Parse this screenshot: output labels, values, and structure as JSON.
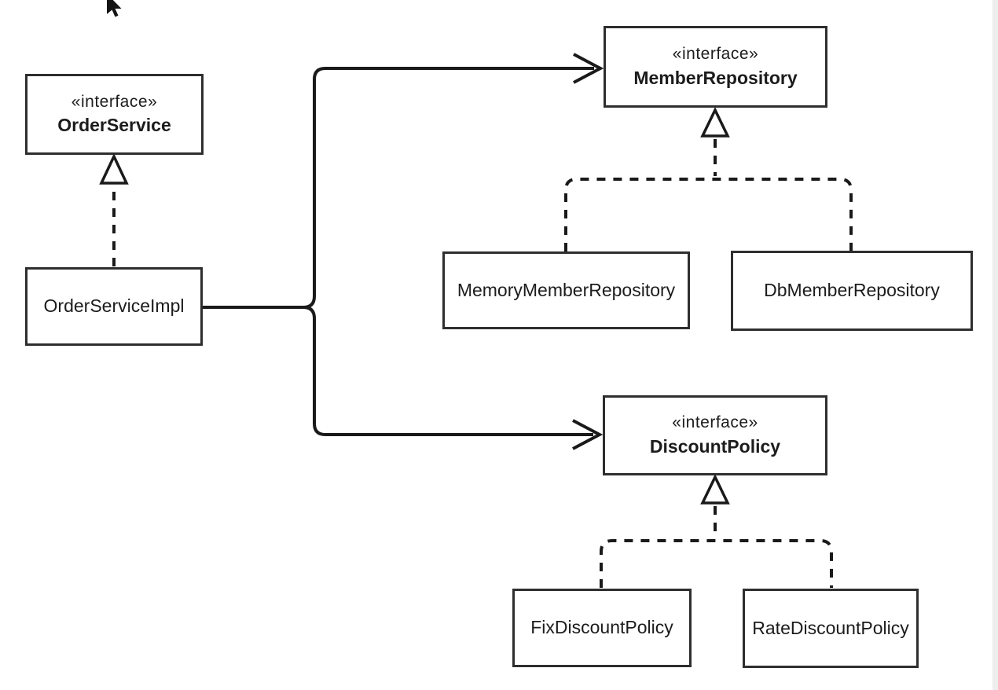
{
  "diagram_type": "uml-class-diagram",
  "nodes": {
    "order_service": {
      "stereotype": "«interface»",
      "name": "OrderService"
    },
    "order_service_impl": {
      "name": "OrderServiceImpl"
    },
    "member_repository": {
      "stereotype": "«interface»",
      "name": "MemberRepository"
    },
    "memory_member_repository": {
      "name": "MemoryMemberRepository"
    },
    "db_member_repository": {
      "name": "DbMemberRepository"
    },
    "discount_policy": {
      "stereotype": "«interface»",
      "name": "DiscountPolicy"
    },
    "fix_discount_policy": {
      "name": "FixDiscountPolicy"
    },
    "rate_discount_policy": {
      "name": "RateDiscountPolicy"
    }
  },
  "edges": [
    {
      "from": "OrderServiceImpl",
      "to": "OrderService",
      "type": "realization",
      "line": "dashed",
      "arrow": "hollow-triangle"
    },
    {
      "from": "OrderServiceImpl",
      "to": "MemberRepository",
      "type": "dependency",
      "line": "solid",
      "arrow": "open"
    },
    {
      "from": "OrderServiceImpl",
      "to": "DiscountPolicy",
      "type": "dependency",
      "line": "solid",
      "arrow": "open"
    },
    {
      "from": "MemoryMemberRepository",
      "to": "MemberRepository",
      "type": "realization",
      "line": "dashed",
      "arrow": "hollow-triangle"
    },
    {
      "from": "DbMemberRepository",
      "to": "MemberRepository",
      "type": "realization",
      "line": "dashed",
      "arrow": "hollow-triangle"
    },
    {
      "from": "FixDiscountPolicy",
      "to": "DiscountPolicy",
      "type": "realization",
      "line": "dashed",
      "arrow": "hollow-triangle"
    },
    {
      "from": "RateDiscountPolicy",
      "to": "DiscountPolicy",
      "type": "realization",
      "line": "dashed",
      "arrow": "hollow-triangle"
    }
  ],
  "colors": {
    "background": "#ffffff",
    "line": "#1a1a1a",
    "box_border": "#2e2e2e",
    "text": "#1c1c1c"
  }
}
